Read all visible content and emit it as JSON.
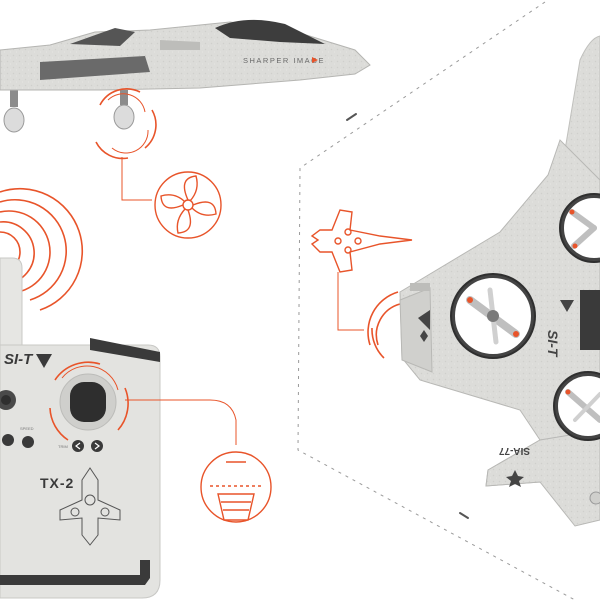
{
  "brand_text": "SHARPER IMAGE",
  "logo_text": "SI-T",
  "controller": {
    "model_label": "TX-2",
    "trim_label": "TRIM",
    "speed_label": "SPEED"
  },
  "jet_tail_label": "SIA-77",
  "colors": {
    "accent": "#e8542a",
    "line": "#7a7a7a",
    "body": "#d9d9d6",
    "dark": "#3a3a3a"
  }
}
